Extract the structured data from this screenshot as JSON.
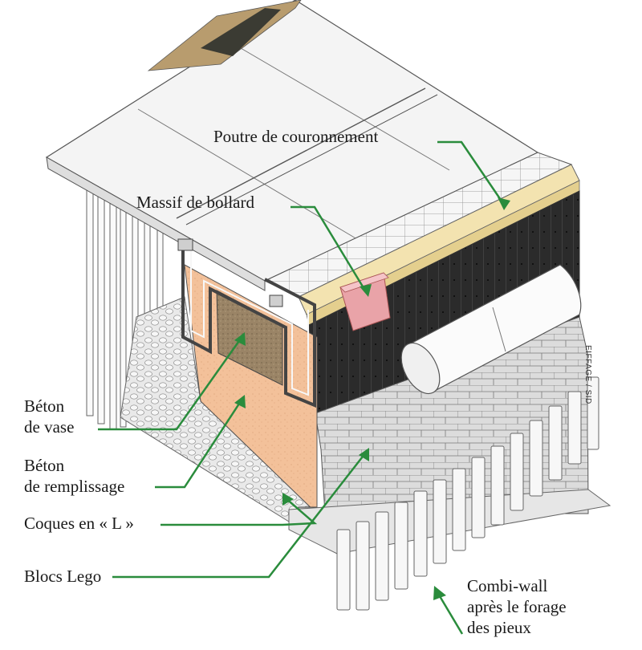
{
  "colors": {
    "leader": "#2a8c3c",
    "sheet_pile": "#2b2b2b",
    "capping_beam": "#f3e3b0",
    "bollard_block": "#e9a3a8",
    "fill_concrete": "#f3c19a",
    "mud_concrete": "#9a8466",
    "lego_blocks": "#d9d9d9",
    "gravel": "#e4e4e4"
  },
  "labels": {
    "poutre": "Poutre de couronnement",
    "massif": "Massif de bollard",
    "beton_vase_1": "Béton",
    "beton_vase_2": "de vase",
    "beton_rempl_1": "Béton",
    "beton_rempl_2": "de remplissage",
    "coques": "Coques en « L »",
    "blocs": "Blocs Lego",
    "combi_1": "Combi-wall",
    "combi_2": "après le forage",
    "combi_3": "des pieux"
  },
  "credit": "EIFFAGE / SID"
}
